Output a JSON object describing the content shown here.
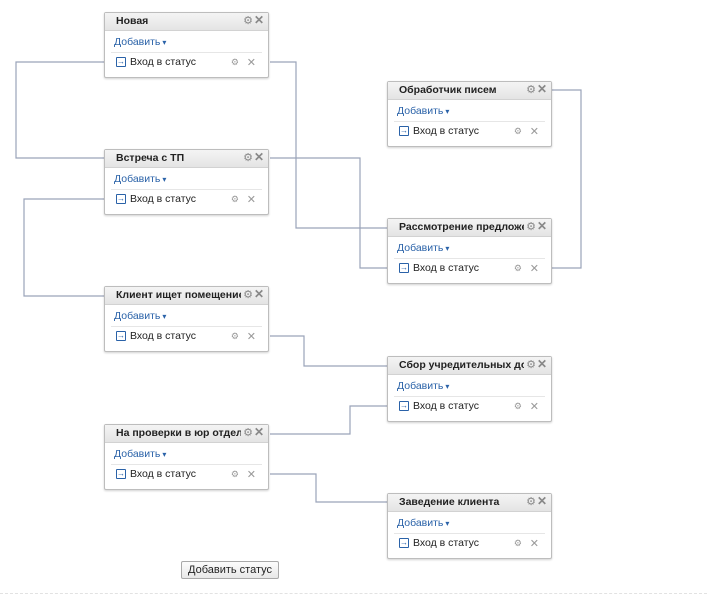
{
  "statuses": [
    {
      "id": "s1",
      "title": "Новая",
      "add_label": "Добавить",
      "trigger_label": "Вход в статус"
    },
    {
      "id": "s2",
      "title": "Встреча с ТП",
      "add_label": "Добавить",
      "trigger_label": "Вход в статус"
    },
    {
      "id": "s3",
      "title": "Клиент ищет помещение",
      "add_label": "Добавить",
      "trigger_label": "Вход в статус"
    },
    {
      "id": "s4",
      "title": "На проверки в юр отделе",
      "add_label": "Добавить",
      "trigger_label": "Вход в статус"
    },
    {
      "id": "s5",
      "title": "Обработчик писем",
      "add_label": "Добавить",
      "trigger_label": "Вход в статус"
    },
    {
      "id": "s6",
      "title": "Рассмотрение предложения",
      "add_label": "Добавить",
      "trigger_label": "Вход в статус"
    },
    {
      "id": "s7",
      "title": "Сбор учредительных документов",
      "add_label": "Добавить",
      "trigger_label": "Вход в статус"
    },
    {
      "id": "s8",
      "title": "Заведение клиента",
      "add_label": "Добавить",
      "trigger_label": "Вход в статус"
    }
  ],
  "add_status_label": "Добавить статус",
  "icons": {
    "gear": "gear-icon",
    "close": "close-icon",
    "caret": "caret-down-icon",
    "trigger": "sign-in-icon"
  },
  "colors": {
    "link": "#2a62a8",
    "connector": "#9aa3b9"
  }
}
